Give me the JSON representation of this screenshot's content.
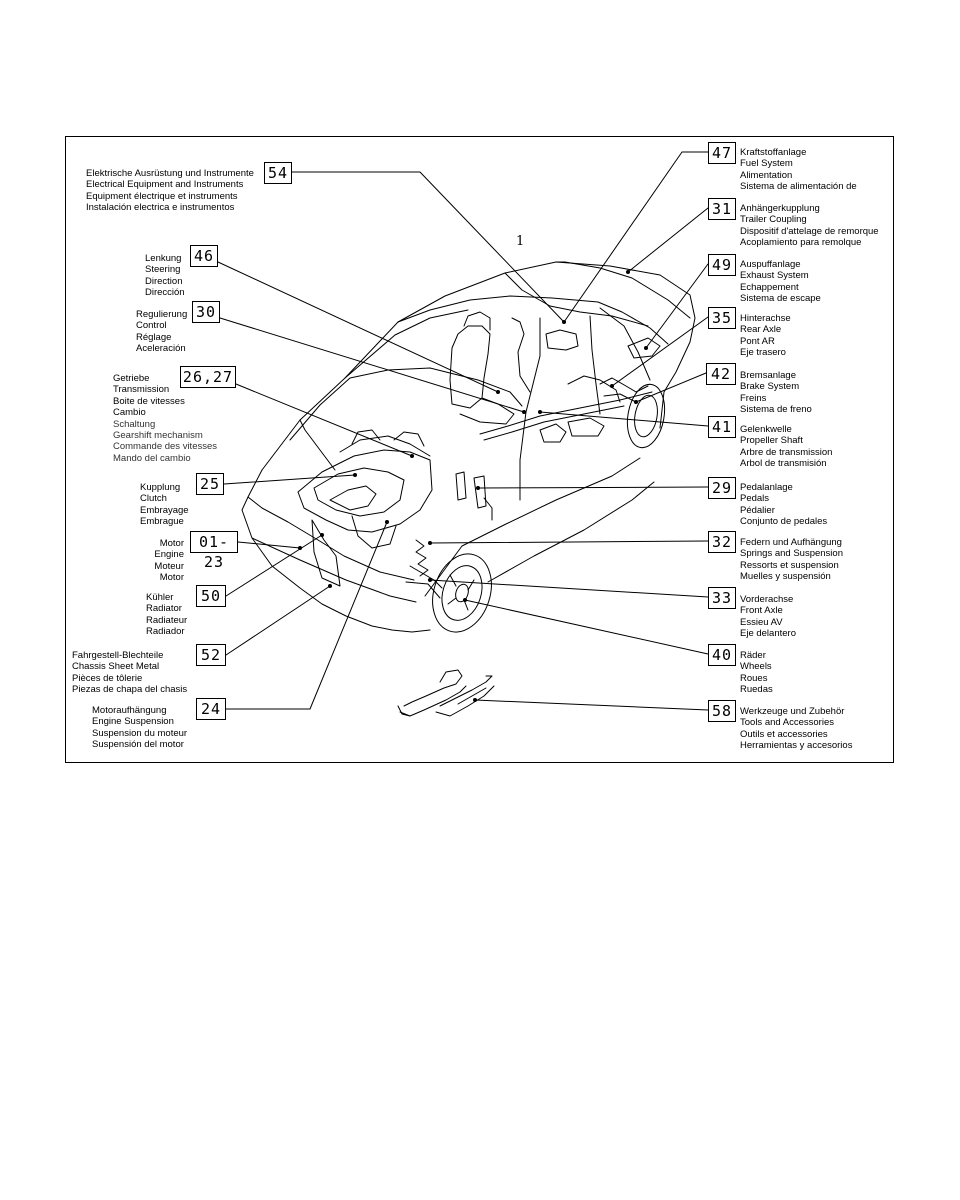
{
  "diagram": {
    "car_marker": "1",
    "callouts": [
      {
        "id": "54",
        "box": "54",
        "lines": [
          "Elektrische Ausrüstung und Instrumente",
          "Electrical Equipment and Instruments",
          "Equipment électrique et instruments",
          "Instalación electrica e instrumentos"
        ]
      },
      {
        "id": "46",
        "box": "46",
        "lines": [
          "Lenkung",
          "Steering",
          "Direction",
          "Dirección"
        ]
      },
      {
        "id": "30",
        "box": "30",
        "lines": [
          "Regulierung",
          "Control",
          "Réglage",
          "Aceleración"
        ]
      },
      {
        "id": "26-27",
        "box": "26,27",
        "lines": [
          "Getriebe",
          "Transmission",
          "Boite de vitesses",
          "Cambio"
        ],
        "sub_lines": [
          "Schaltung",
          "Gearshift mechanism",
          "Commande des vitesses",
          "Mando del cambio"
        ]
      },
      {
        "id": "25",
        "box": "25",
        "lines": [
          "Kupplung",
          "Clutch",
          "Embrayage",
          "Embrague"
        ]
      },
      {
        "id": "01-23",
        "box": "01-23",
        "lines": [
          "Motor",
          "Engine",
          "Moteur",
          "Motor"
        ]
      },
      {
        "id": "50",
        "box": "50",
        "lines": [
          "Kühler",
          "Radiator",
          "Radiateur",
          "Radiador"
        ]
      },
      {
        "id": "52",
        "box": "52",
        "lines": [
          "Fahrgestell-Blechteile",
          "Chassis Sheet Metal",
          "Pièces de tôlerie",
          "Piezas de chapa del chasis"
        ]
      },
      {
        "id": "24",
        "box": "24",
        "lines": [
          "Motoraufhängung",
          "Engine Suspension",
          "Suspension du moteur",
          "Suspensión del motor"
        ]
      },
      {
        "id": "47",
        "box": "47",
        "lines": [
          "Kraftstoffanlage",
          "Fuel System",
          "Alimentation",
          "Sistema de alimentación de"
        ]
      },
      {
        "id": "31",
        "box": "31",
        "lines": [
          "Anhängerkupplung",
          "Trailer Coupling",
          "Dispositif d'attelage de remorque",
          "Acoplamiento para remolque"
        ]
      },
      {
        "id": "49",
        "box": "49",
        "lines": [
          "Auspuffanlage",
          "Exhaust System",
          "Echappement",
          "Sistema de escape"
        ]
      },
      {
        "id": "35",
        "box": "35",
        "lines": [
          "Hinterachse",
          "Rear Axle",
          "Pont AR",
          "Eje trasero"
        ]
      },
      {
        "id": "42",
        "box": "42",
        "lines": [
          "Bremsanlage",
          "Brake System",
          "Freins",
          "Sistema de freno"
        ]
      },
      {
        "id": "41",
        "box": "41",
        "lines": [
          "Gelenkwelle",
          "Propeller Shaft",
          "Arbre de transmission",
          "Arbol de transmisión"
        ]
      },
      {
        "id": "29",
        "box": "29",
        "lines": [
          "Pedalanlage",
          "Pedals",
          "Pédalier",
          "Conjunto de pedales"
        ]
      },
      {
        "id": "32",
        "box": "32",
        "lines": [
          "Federn und Aufhängung",
          "Springs and Suspension",
          "Ressorts et suspension",
          "Muelles y suspensión"
        ]
      },
      {
        "id": "33",
        "box": "33",
        "lines": [
          "Vorderachse",
          "Front Axle",
          "Essieu AV",
          "Eje delantero"
        ]
      },
      {
        "id": "40",
        "box": "40",
        "lines": [
          "Räder",
          "Wheels",
          "Roues",
          "Ruedas"
        ]
      },
      {
        "id": "58",
        "box": "58",
        "lines": [
          "Werkzeuge und Zubehör",
          "Tools and Accessories",
          "Outils et accessories",
          "Herramientas y accesorios"
        ]
      }
    ]
  }
}
